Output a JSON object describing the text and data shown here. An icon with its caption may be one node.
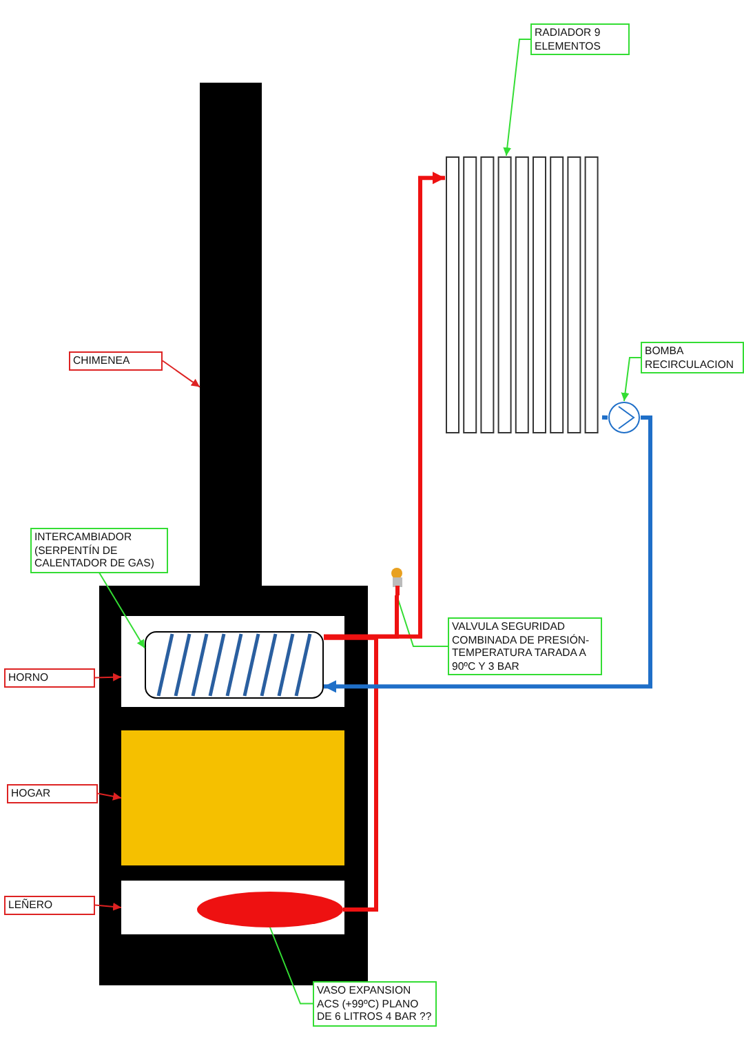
{
  "diagram": {
    "nodes": [
      {
        "text": [
          "RADIADOR 9 ELEMENTOS"
        ]
      },
      {
        "text": [],
        "shape": "radiator"
      },
      {
        "text": [
          "CHIMENEA"
        ]
      },
      {
        "text": [],
        "shape": "chimney"
      },
      {
        "text": [
          "BOMBA RECIRCULACION"
        ]
      },
      {
        "text": [],
        "shape": "pump"
      },
      {
        "text": [
          "INTERCAMBIADOR (SERPENTÍN DE CALENTADOR DE GAS)"
        ]
      },
      {
        "text": [],
        "shape": "valve"
      },
      {
        "text": [
          "HORNO"
        ]
      },
      {
        "text": [],
        "shape": "box"
      },
      {
        "text": [],
        "shape": "coil",
        "in": 9
      },
      {
        "text": [
          "VALVULA SEGURIDAD COMBINADA DE PRESIÓN-TEMPERATURA TARADA A 90ºC Y 3 BAR"
        ]
      },
      {
        "text": [
          "HOGAR"
        ]
      },
      {
        "text": [],
        "shape": "box"
      },
      {
        "text": [
          "LEÑERO"
        ]
      },
      {
        "text": [],
        "shape": "box"
      },
      {
        "text": [],
        "shape": "ellipse",
        "in": 15
      },
      {
        "text": [
          "VASO EXPANSION ACS (+99ºC) PLANO DE 6 LITROS 4 BAR ??"
        ]
      }
    ],
    "edges": [
      {
        "from": 0,
        "to": 1,
        "arrow": "to",
        "color": "#33dd33"
      },
      {
        "from": 2,
        "to": 3,
        "arrow": "to",
        "color": "#dd2222"
      },
      {
        "from": 4,
        "to": 5,
        "arrow": "to",
        "color": "#33dd33"
      },
      {
        "from": 6,
        "to": 10,
        "arrow": "to",
        "color": "#33dd33"
      },
      {
        "from": 8,
        "to": 9,
        "arrow": "to",
        "color": "#dd2222"
      },
      {
        "from": 11,
        "to": 7,
        "arrow": "none",
        "color": "#33dd33"
      },
      {
        "from": 12,
        "to": 13,
        "arrow": "to",
        "color": "#dd2222"
      },
      {
        "from": 14,
        "to": 15,
        "arrow": "to",
        "color": "#dd2222"
      },
      {
        "from": 17,
        "to": 16,
        "arrow": "none",
        "color": "#33dd33"
      },
      {
        "from": 10,
        "to": 1,
        "arrow": "to",
        "style": "thick",
        "color": "#ee1111"
      },
      {
        "from": 10,
        "to": 7,
        "arrow": "none",
        "style": "thick",
        "color": "#ee1111"
      },
      {
        "from": 10,
        "to": 16,
        "arrow": "none",
        "style": "thick",
        "color": "#ee1111"
      },
      {
        "from": 1,
        "to": 5,
        "arrow": "none",
        "style": "thick",
        "color": "#1f6fc8"
      },
      {
        "from": 5,
        "to": 10,
        "arrow": "to",
        "style": "thick",
        "color": "#1f6fc8"
      }
    ]
  }
}
